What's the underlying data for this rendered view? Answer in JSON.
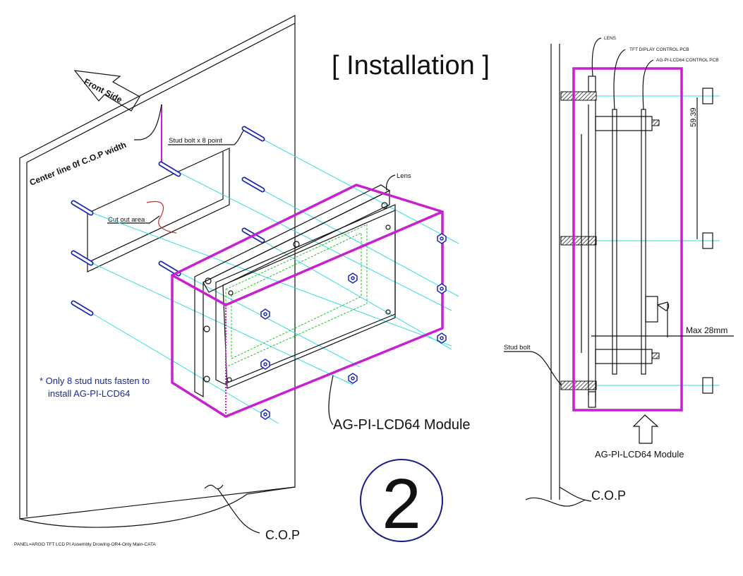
{
  "title": "[ Installation ]",
  "step_number": "2",
  "footer_caption": "PANEL=ARGO TFT LCD PI  Assembly Drowing-OR4-Only Main-CATA",
  "isometric_view": {
    "front_side_label": "Front Side",
    "centerline_label": "Center line 0f C.O.P width",
    "stud_bolt_label": "Stud bolt x 8 point",
    "cutout_label": "Cut out area",
    "lens_label": "Lens",
    "module_label": "AG-PI-LCD64  Module",
    "cop_label": "C.O.P",
    "note_line1": "* Only 8 stud nuts fasten to",
    "note_line2": "install AG-PI-LCD64"
  },
  "side_view": {
    "lens_label": "LENS",
    "tft_pcb_label": "TFT DIPLAY CONTROL PCB",
    "control_pcb_label": "AG-PI-LCD64  CONTROL PCB",
    "dimension_label": "59.39",
    "max_depth_label": "Max 28mm",
    "stud_bolt_label": "Stud bolt",
    "module_label": "AG-PI-LCD64  Module",
    "cop_label": "C.O.P"
  },
  "colors": {
    "module_outline": "#c81fd0",
    "projection_lines": "#33dede",
    "studs_nuts": "#1b25b8",
    "display_area": "#22c222",
    "cutout_mark": "#c83030",
    "note_text": "#1a2aa0",
    "step_circle": "#1b1b8a"
  }
}
